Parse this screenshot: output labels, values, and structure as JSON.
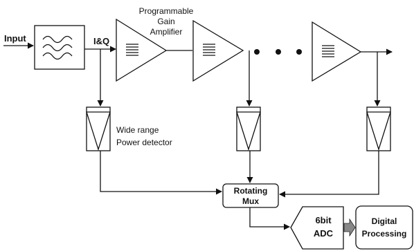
{
  "labels": {
    "input": "Input",
    "iq": "I&Q",
    "pga": [
      "Programmable",
      "Gain",
      "Amplifier"
    ],
    "detector": [
      "Wide range",
      "Power detector"
    ],
    "mux": [
      "Rotating",
      "Mux"
    ],
    "adc": [
      "6bit",
      "ADC"
    ],
    "digital": [
      "Digital",
      "Processing"
    ]
  },
  "icons": {
    "filter": "bandpass-filter-icon",
    "amplifier": "amplifier-triangle-icon",
    "detector": "power-detector-icon",
    "ellipsis": "ellipsis-dots-icon",
    "arrow": "fat-arrow-icon"
  }
}
